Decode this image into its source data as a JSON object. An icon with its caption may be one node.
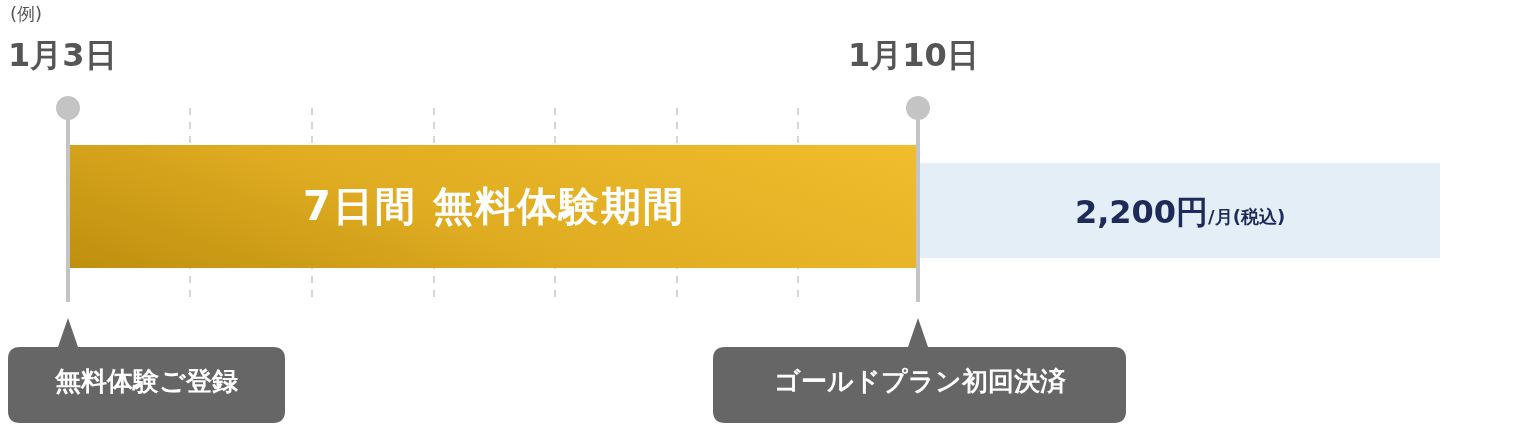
{
  "diagram": {
    "nodes": [
      {
        "text": [
          "7日間 無料体験期間"
        ]
      },
      {
        "text": [
          "2,200円",
          "/月(税込)"
        ]
      },
      {
        "text": [
          "無料体験ご登録"
        ]
      },
      {
        "text": [
          "ゴールドプラン初回決済"
        ]
      }
    ],
    "labels": [
      "(例)",
      "1月3日",
      "1月10日"
    ]
  }
}
